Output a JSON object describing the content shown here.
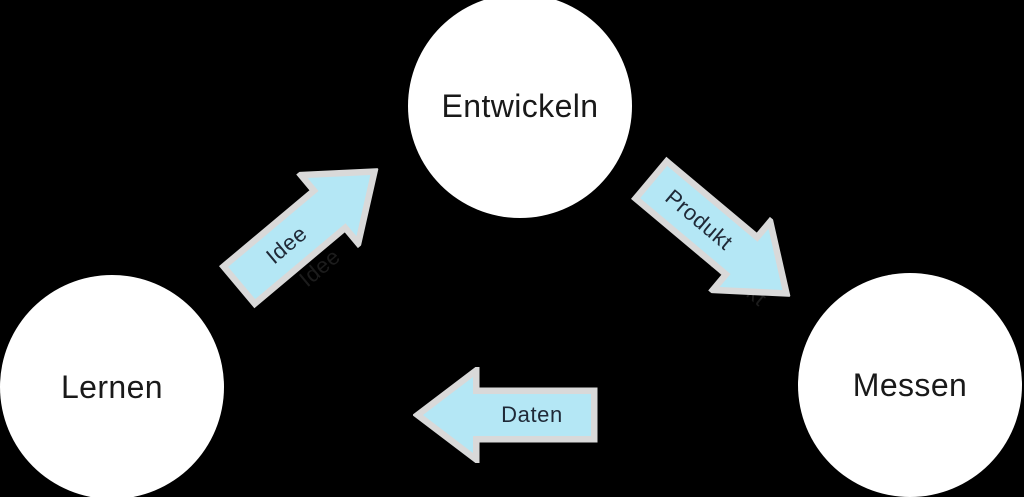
{
  "diagram": {
    "type": "cycle-diagram",
    "nodes": [
      {
        "id": "entwickeln",
        "label": "Entwickeln",
        "shape": "circle"
      },
      {
        "id": "lernen",
        "label": "Lernen",
        "shape": "circle"
      },
      {
        "id": "messen",
        "label": "Messen",
        "shape": "circle"
      }
    ],
    "arrows": [
      {
        "id": "idee",
        "label": "Idee",
        "from": "lernen",
        "to": "entwickeln",
        "direction": "up-right"
      },
      {
        "id": "produkt",
        "label": "Produkt",
        "from": "entwickeln",
        "to": "messen",
        "direction": "down-right"
      },
      {
        "id": "daten",
        "label": "Daten",
        "from": "messen",
        "to": "lernen",
        "direction": "left"
      }
    ],
    "colors": {
      "background": "#000000",
      "node_fill": "#FFFFFF",
      "node_text": "#191919",
      "arrow_fill": "#B4E7F5",
      "arrow_outline": "#D9D9D9",
      "arrow_text": "#1F2937"
    }
  }
}
